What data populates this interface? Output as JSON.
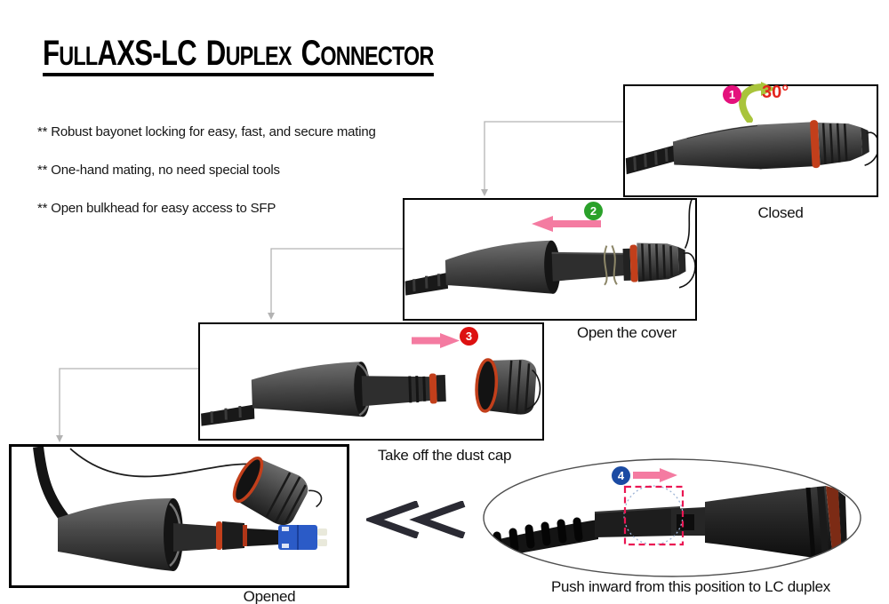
{
  "title": {
    "text": "FullAXS-LC Duplex Connector",
    "parts": [
      "F",
      "ULL",
      "AXS-LC",
      "D",
      "UPLEX",
      "C",
      "ONNECTOR"
    ]
  },
  "features": [
    "** Robust bayonet locking for easy, fast, and secure mating",
    "** One-hand mating, no need special tools",
    "** Open bulkhead for easy access to SFP"
  ],
  "steps": [
    {
      "number": "1",
      "caption": "Closed",
      "badge_color": "#e4117c",
      "rotation_label": "30°",
      "arrow": "rotate-clockwise"
    },
    {
      "number": "2",
      "caption": "Open the cover",
      "badge_color": "#2aa12a",
      "arrow": "left"
    },
    {
      "number": "3",
      "caption": "Take off the dust cap",
      "badge_color": "#dd1111",
      "arrow": "right"
    },
    {
      "number": "4",
      "caption": "Push inward from this position to LC duplex",
      "badge_color": "#1b4ba3",
      "arrow": "right"
    }
  ],
  "final_caption": "Opened",
  "colors": {
    "pink_arrow": "#f47ba1",
    "rotate_arrow_green": "#a9c43b",
    "rotation_label_red": "#e3251d",
    "highlight_dashed_red": "#ea1753",
    "connector_ring_orange": "#c23f1b",
    "lc_connector_blue": "#2b5bc7",
    "leader_line_gray": "#b3b3b3",
    "chevron_dark": "#2a2a33",
    "text": "#111111"
  }
}
